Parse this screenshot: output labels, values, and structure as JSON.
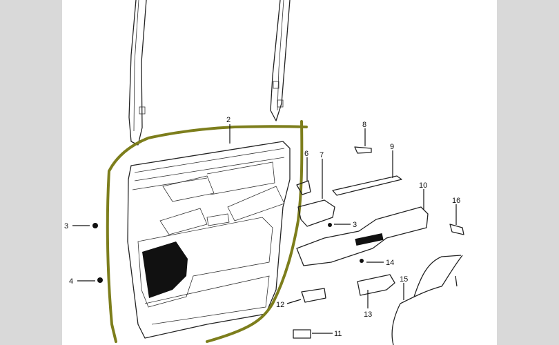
{
  "diagram": {
    "title": "Rear door trim panel parts diagram",
    "callouts": [
      {
        "id": "2"
      },
      {
        "id": "3"
      },
      {
        "id": "4"
      },
      {
        "id": "6"
      },
      {
        "id": "7"
      },
      {
        "id": "8"
      },
      {
        "id": "9"
      },
      {
        "id": "10"
      },
      {
        "id": "16"
      },
      {
        "id": "3"
      },
      {
        "id": "14"
      },
      {
        "id": "15"
      },
      {
        "id": "12"
      },
      {
        "id": "13"
      },
      {
        "id": "11"
      }
    ],
    "colors": {
      "highlight": "#7d7e1c",
      "background": "#ffffff",
      "margin": "#d9d9d9"
    }
  }
}
